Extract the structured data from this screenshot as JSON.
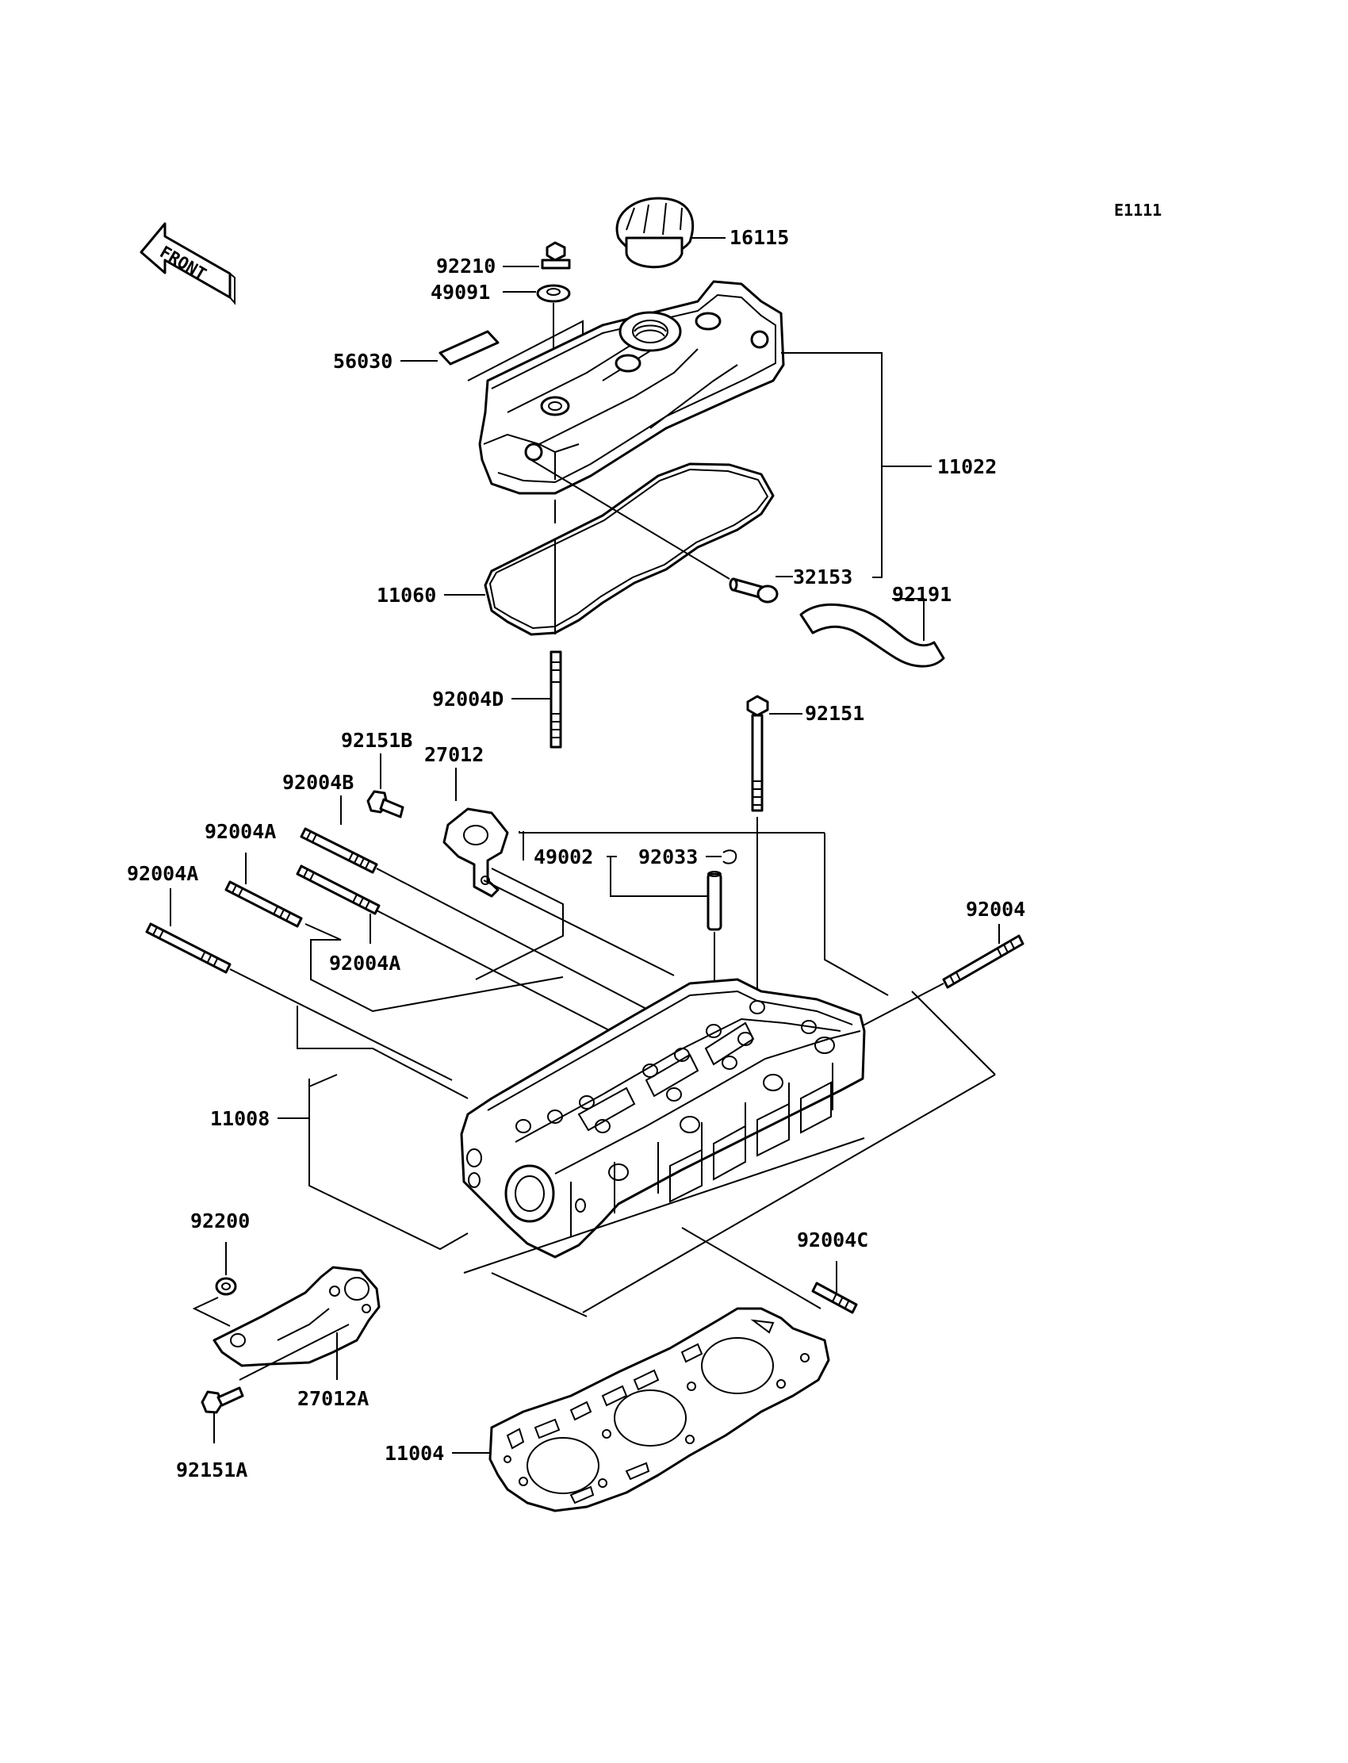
{
  "diagram_code": "E1111",
  "front_arrow": "FRONT",
  "parts": {
    "p16115": "16115",
    "p92210": "92210",
    "p49091": "49091",
    "p56030": "56030",
    "p11022": "11022",
    "p11060": "11060",
    "p32153": "32153",
    "p92191": "92191",
    "p92004D": "92004D",
    "p92151": "92151",
    "p92151B": "92151B",
    "p27012": "27012",
    "p92004B": "92004B",
    "p92004A_1": "92004A",
    "p92004A_2": "92004A",
    "p92004A_3": "92004A",
    "p49002": "49002",
    "p92033": "92033",
    "p92004": "92004",
    "p11008": "11008",
    "p92200": "92200",
    "p92004C": "92004C",
    "p27012A": "27012A",
    "p92151A": "92151A",
    "p11004": "11004"
  }
}
